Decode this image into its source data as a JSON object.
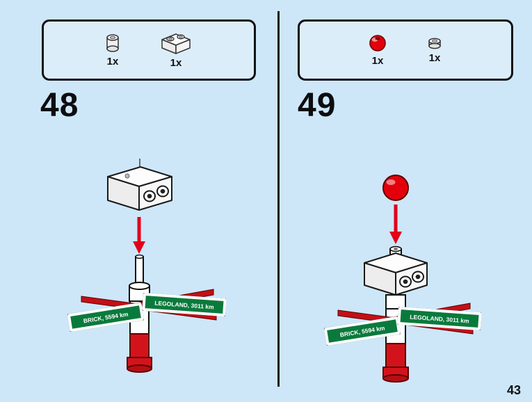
{
  "page": {
    "number": "43"
  },
  "steps": [
    {
      "number": "48",
      "parts": [
        {
          "icon": "white-round-brick-1x1-icon",
          "count": "1x"
        },
        {
          "icon": "white-brick-1x2-hollow-studs-icon",
          "count": "1x"
        }
      ],
      "signs": {
        "left": "BRICK, 5594 km",
        "right": "LEGOLAND, 3011 km"
      }
    },
    {
      "number": "49",
      "parts": [
        {
          "icon": "red-ball-icon",
          "count": "1x"
        },
        {
          "icon": "white-round-plate-1x1-icon",
          "count": "1x"
        }
      ],
      "signs": {
        "left": "BRICK, 5594 km",
        "right": "LEGOLAND, 3011 km"
      }
    }
  ],
  "colors": {
    "background": "#cde7f8",
    "arrow_red": "#e2001a",
    "brick_red": "#d3131b",
    "sign_green": "#0a7a3c"
  }
}
